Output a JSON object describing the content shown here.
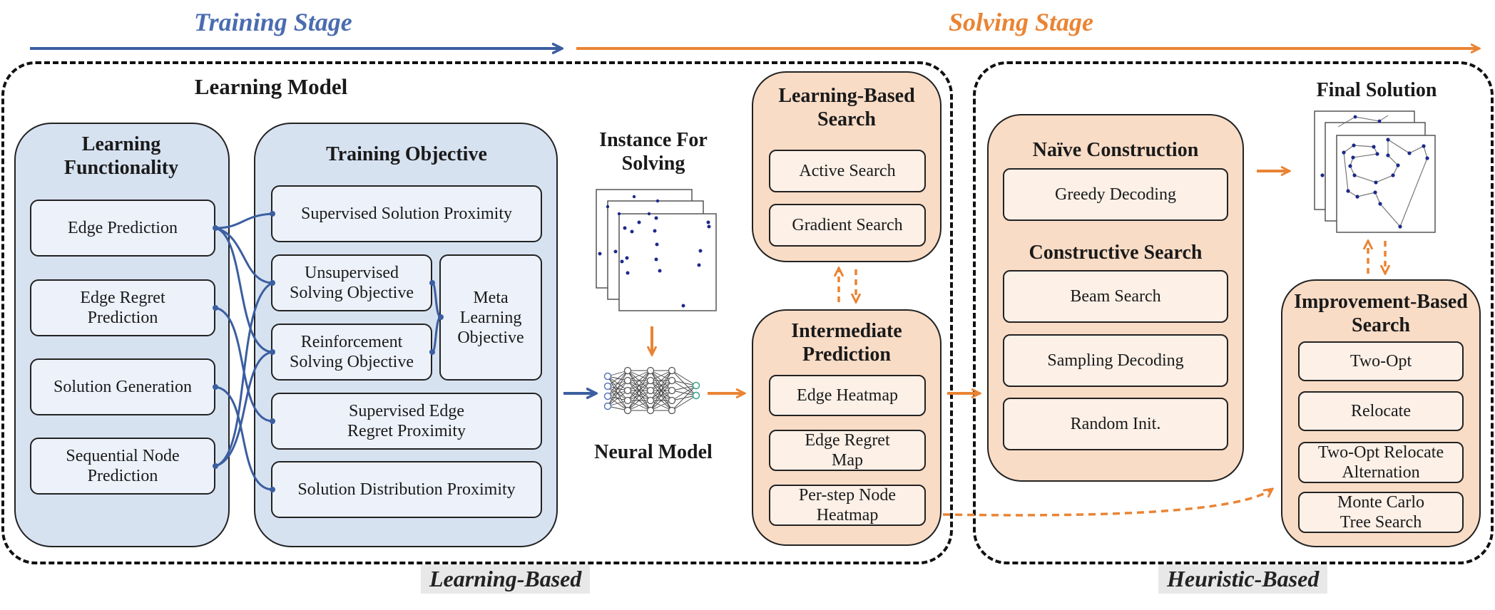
{
  "stages": {
    "training": "Training Stage",
    "solving": "Solving Stage"
  },
  "sections": {
    "learning_based": "Learning-Based",
    "heuristic_based": "Heuristic-Based"
  },
  "learning_model": {
    "title": "Learning Model",
    "functionality": {
      "title": "Learning Functionality",
      "items": [
        "Edge Prediction",
        "Edge Regret Prediction",
        "Solution Generation",
        "Sequential Node Prediction"
      ]
    },
    "objective": {
      "title": "Training Objective",
      "items": {
        "supervised_solution": "Supervised Solution Proximity",
        "unsupervised": "Unsupervised Solving Objective",
        "reinforcement": "Reinforcement Solving Objective",
        "meta": "Meta Learning Objective",
        "supervised_regret": "Supervised Edge Regret Proximity",
        "distribution": "Solution Distribution Proximity"
      }
    }
  },
  "instance": {
    "title": "Instance For Solving"
  },
  "neural_model": {
    "title": "Neural Model"
  },
  "learning_based_search": {
    "title": "Learning-Based Search",
    "items": [
      "Active Search",
      "Gradient Search"
    ]
  },
  "intermediate_prediction": {
    "title": "Intermediate Prediction",
    "items": [
      "Edge Heatmap",
      "Edge Regret Map",
      "Per-step Node Heatmap"
    ]
  },
  "naive_construction": {
    "title": "Naïve Construction",
    "items": [
      "Greedy Decoding"
    ]
  },
  "constructive_search": {
    "title": "Constructive Search",
    "items": [
      "Beam Search",
      "Sampling Decoding",
      "Random Init."
    ]
  },
  "final_solution": {
    "title": "Final Solution"
  },
  "improvement_search": {
    "title": "Improvement-Based Search",
    "items": [
      "Two-Opt",
      "Relocate",
      "Two-Opt Relocate Alternation",
      "Monte Carlo Tree Search"
    ]
  },
  "colors": {
    "blue": "#3b5ea0",
    "orange": "#ea8434",
    "blue_panel": "#d7e2f1",
    "orange_panel": "#f9dcc6"
  }
}
